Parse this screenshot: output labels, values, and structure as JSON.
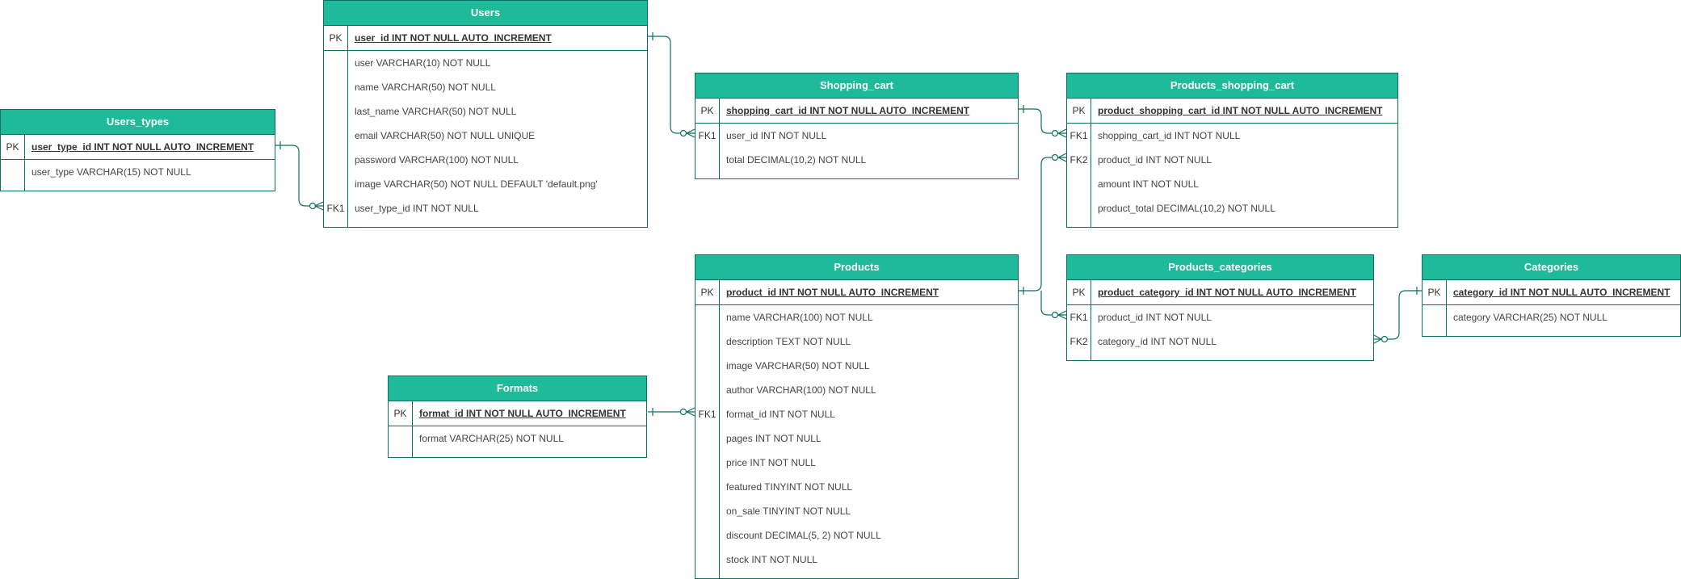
{
  "tables": {
    "users": {
      "name": "Users",
      "pk": {
        "key": "PK",
        "text": "user_id INT NOT NULL AUTO_INCREMENT"
      },
      "rows": [
        {
          "key": "",
          "text": "user VARCHAR(10) NOT NULL"
        },
        {
          "key": "",
          "text": "name VARCHAR(50) NOT NULL"
        },
        {
          "key": "",
          "text": "last_name VARCHAR(50) NOT NULL"
        },
        {
          "key": "",
          "text": "email VARCHAR(50) NOT NULL UNIQUE"
        },
        {
          "key": "",
          "text": "password VARCHAR(100) NOT NULL"
        },
        {
          "key": "",
          "text": "image VARCHAR(50) NOT NULL DEFAULT 'default.png'"
        },
        {
          "key": "FK1",
          "text": "user_type_id INT NOT NULL"
        }
      ]
    },
    "users_types": {
      "name": "Users_types",
      "pk": {
        "key": "PK",
        "text": "user_type_id INT NOT NULL AUTO_INCREMENT"
      },
      "rows": [
        {
          "key": "",
          "text": "user_type VARCHAR(15) NOT NULL"
        }
      ]
    },
    "shopping_cart": {
      "name": "Shopping_cart",
      "pk": {
        "key": "PK",
        "text": "shopping_cart_id INT NOT NULL AUTO_INCREMENT"
      },
      "rows": [
        {
          "key": "FK1",
          "text": "user_id INT NOT NULL"
        },
        {
          "key": "",
          "text": "total DECIMAL(10,2) NOT NULL"
        }
      ]
    },
    "products_shopping_cart": {
      "name": "Products_shopping_cart",
      "pk": {
        "key": "PK",
        "text": "product_shopping_cart_id INT NOT NULL AUTO_INCREMENT"
      },
      "rows": [
        {
          "key": "FK1",
          "text": "shopping_cart_id INT NOT NULL"
        },
        {
          "key": "FK2",
          "text": "product_id INT NOT NULL"
        },
        {
          "key": "",
          "text": "amount INT NOT NULL"
        },
        {
          "key": "",
          "text": "product_total DECIMAL(10,2) NOT NULL"
        }
      ]
    },
    "products": {
      "name": "Products",
      "pk": {
        "key": "PK",
        "text": "product_id INT NOT NULL AUTO_INCREMENT"
      },
      "rows": [
        {
          "key": "",
          "text": "name VARCHAR(100) NOT NULL"
        },
        {
          "key": "",
          "text": "description TEXT NOT NULL"
        },
        {
          "key": "",
          "text": "image VARCHAR(50) NOT NULL"
        },
        {
          "key": "",
          "text": "author VARCHAR(100) NOT NULL"
        },
        {
          "key": "FK1",
          "text": "format_id INT NOT NULL"
        },
        {
          "key": "",
          "text": "pages INT NOT NULL"
        },
        {
          "key": "",
          "text": "price INT NOT NULL"
        },
        {
          "key": "",
          "text": "featured TINYINT NOT NULL"
        },
        {
          "key": "",
          "text": "on_sale TINYINT NOT NULL"
        },
        {
          "key": "",
          "text": "discount DECIMAL(5, 2) NOT NULL"
        },
        {
          "key": "",
          "text": "stock INT NOT NULL"
        }
      ]
    },
    "products_categories": {
      "name": "Products_categories",
      "pk": {
        "key": "PK",
        "text": "product_category_id INT NOT NULL AUTO_INCREMENT"
      },
      "rows": [
        {
          "key": "FK1",
          "text": "product_id INT NOT NULL"
        },
        {
          "key": "FK2",
          "text": "category_id INT NOT NULL"
        }
      ]
    },
    "categories": {
      "name": "Categories",
      "pk": {
        "key": "PK",
        "text": "category_id INT NOT NULL AUTO_INCREMENT"
      },
      "rows": [
        {
          "key": "",
          "text": "category VARCHAR(25) NOT NULL"
        }
      ]
    },
    "formats": {
      "name": "Formats",
      "pk": {
        "key": "PK",
        "text": "format_id INT NOT NULL AUTO_INCREMENT"
      },
      "rows": [
        {
          "key": "",
          "text": "format VARCHAR(25) NOT NULL"
        }
      ]
    }
  },
  "colors": {
    "header": "#1fba99",
    "border": "#0e6e62",
    "connector": "#0e6e62"
  }
}
